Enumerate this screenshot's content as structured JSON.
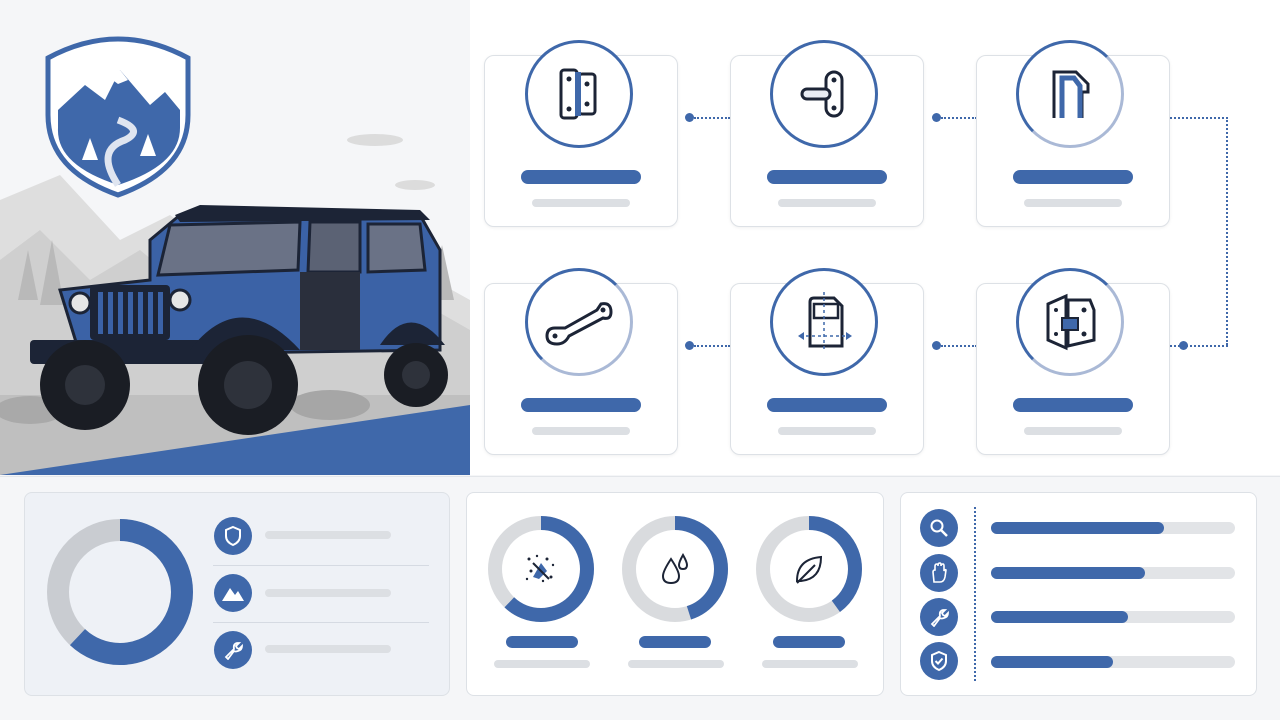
{
  "brand": {
    "logo_icon": "mountain-shield-logo",
    "accent": "#3f68aa",
    "muted": "#dcdfe3"
  },
  "hero": {
    "vehicle_icon": "blue-offroad-jeep"
  },
  "steps": [
    {
      "icon": "door-hinge-icon"
    },
    {
      "icon": "door-pin-icon"
    },
    {
      "icon": "door-seal-icon"
    },
    {
      "icon": "door-strap-icon"
    },
    {
      "icon": "door-measure-icon"
    },
    {
      "icon": "door-latch-icon"
    }
  ],
  "summary_panel": {
    "donut_fraction": 0.62,
    "items": [
      {
        "icon": "shield-icon"
      },
      {
        "icon": "mountain-icon"
      },
      {
        "icon": "wrench-icon"
      }
    ]
  },
  "gauges": [
    {
      "icon": "debris-icon",
      "fraction": 0.62
    },
    {
      "icon": "water-drop-icon",
      "fraction": 0.45
    },
    {
      "icon": "leaf-icon",
      "fraction": 0.4
    }
  ],
  "progress_rows": [
    {
      "icon": "search-icon",
      "fraction": 0.71
    },
    {
      "icon": "hand-icon",
      "fraction": 0.63
    },
    {
      "icon": "wrench-icon",
      "fraction": 0.56
    },
    {
      "icon": "shield-check-icon",
      "fraction": 0.5
    }
  ]
}
